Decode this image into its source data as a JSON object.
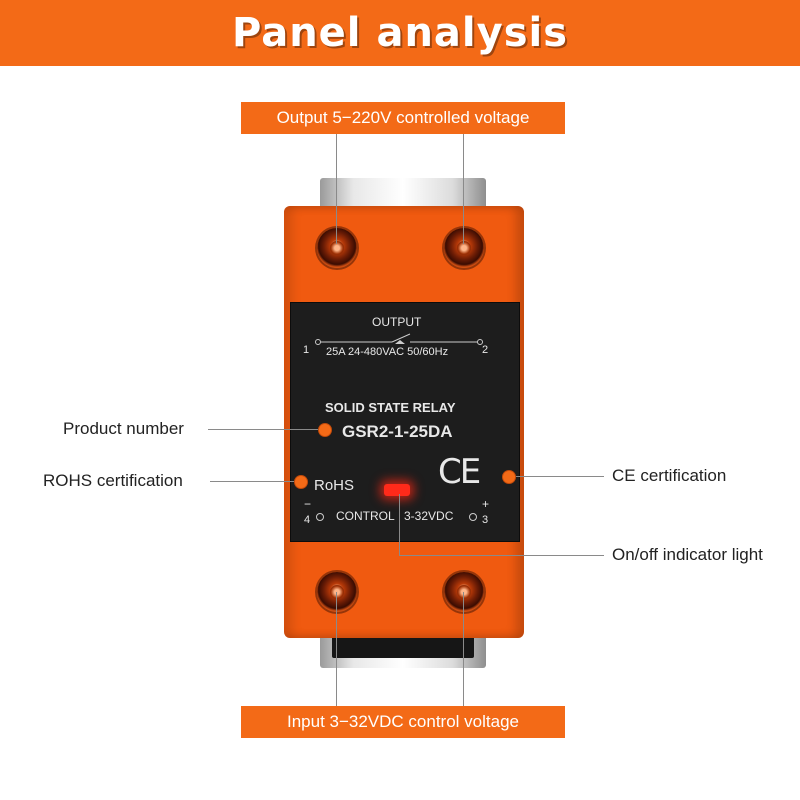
{
  "header": {
    "title": "Panel analysis"
  },
  "banners": {
    "output": "Output 5−220V controlled voltage",
    "input": "Input 3−32VDC control voltage"
  },
  "callouts": {
    "product_number": "Product number",
    "rohs": "ROHS certification",
    "ce": "CE certification",
    "indicator": "On/off indicator light"
  },
  "panel": {
    "output_label": "OUTPUT",
    "terminal_1": "1",
    "terminal_2": "2",
    "output_rating": "25A 24-480VAC 50/60Hz",
    "type": "SOLID STATE RELAY",
    "model": "GSR2-1-25DA",
    "rohs": "RoHS",
    "ce": "CE",
    "terminal_minus": "−",
    "terminal_plus": "+",
    "terminal_4": "4",
    "terminal_3": "3",
    "control": "CONTROL",
    "control_rating": "3-32VDC"
  },
  "colors": {
    "accent": "#f36a17",
    "panel": "#1d1d1d",
    "led": "#ff2a1a"
  }
}
